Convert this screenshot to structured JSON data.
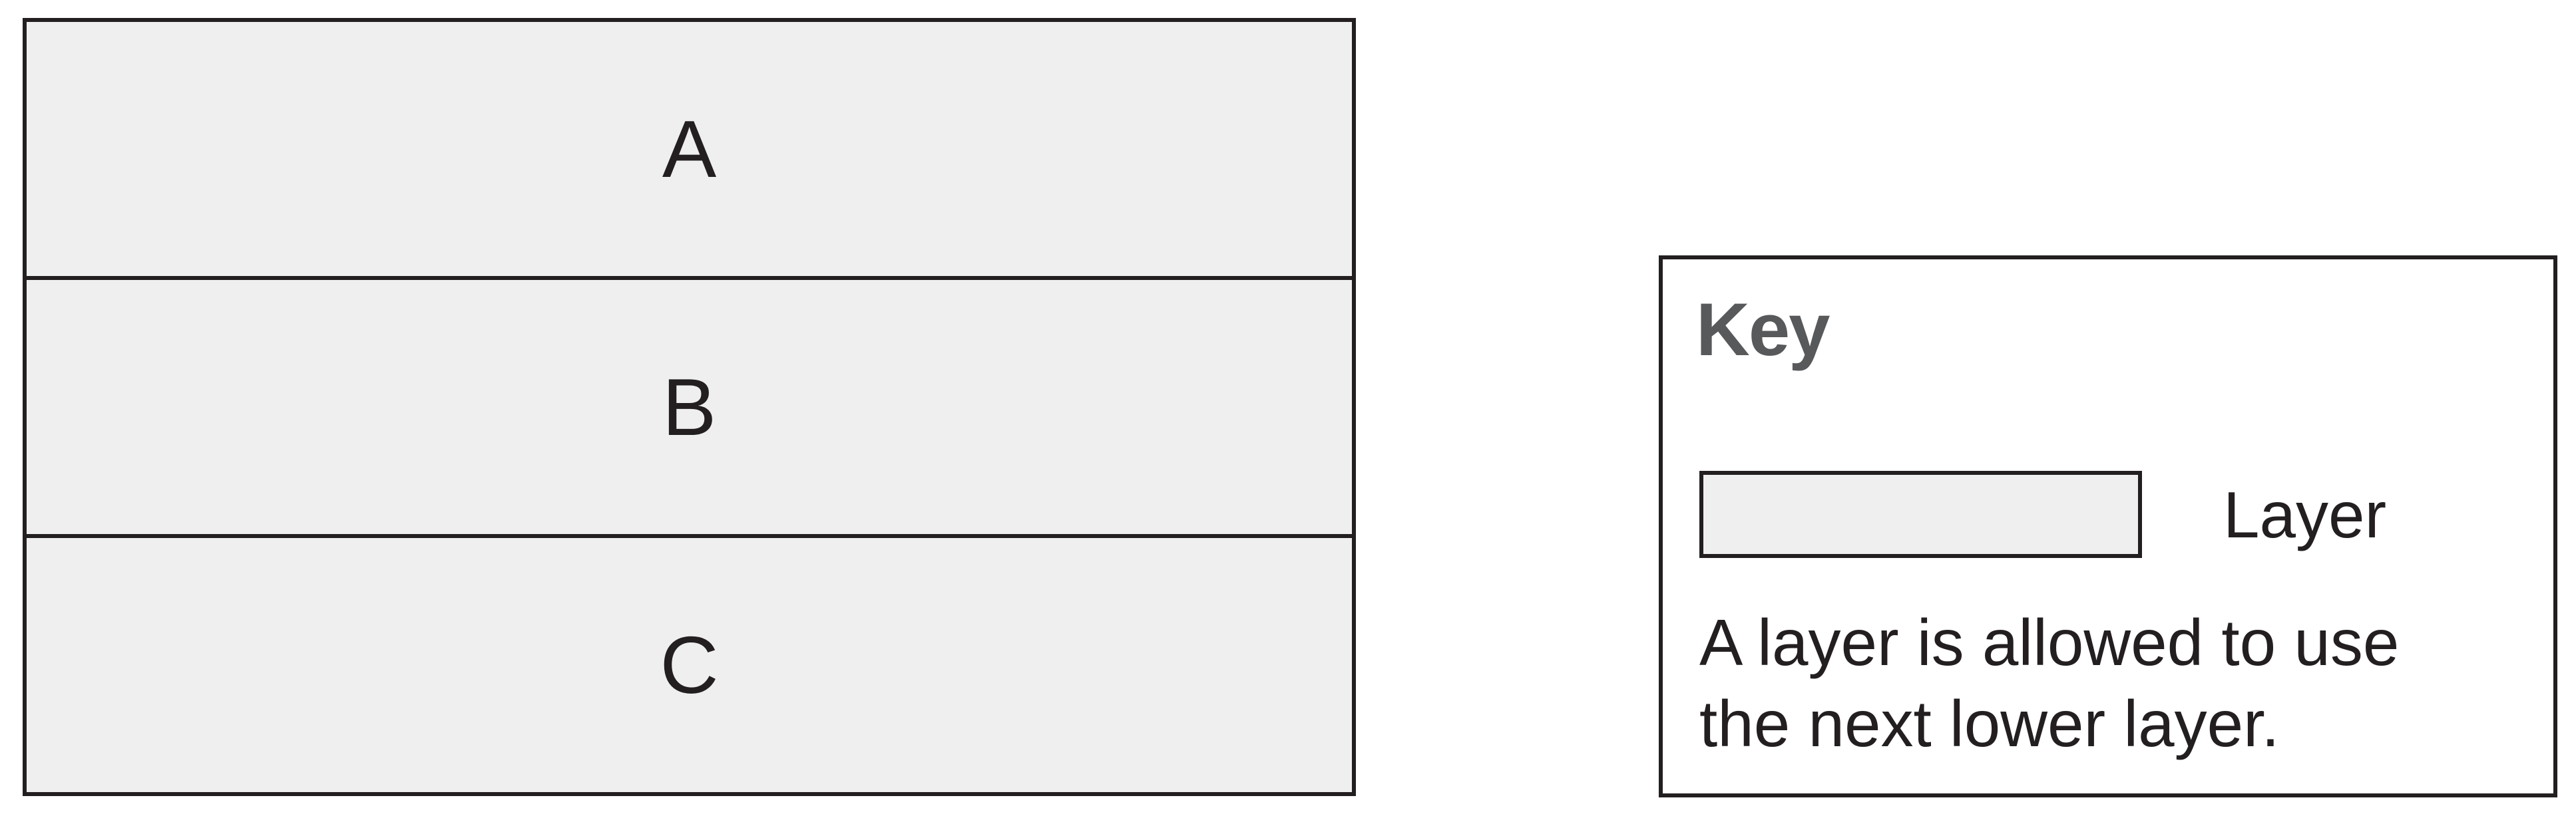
{
  "diagram": {
    "layers": [
      {
        "label": "A"
      },
      {
        "label": "B"
      },
      {
        "label": "C"
      }
    ]
  },
  "key": {
    "title": "Key",
    "swatch_label": "Layer",
    "description_lines": [
      "A layer is allowed to use",
      "the next lower layer."
    ],
    "colors": {
      "layer_fill": "#efefef",
      "stroke": "#231f20",
      "title": "#58595b"
    }
  }
}
